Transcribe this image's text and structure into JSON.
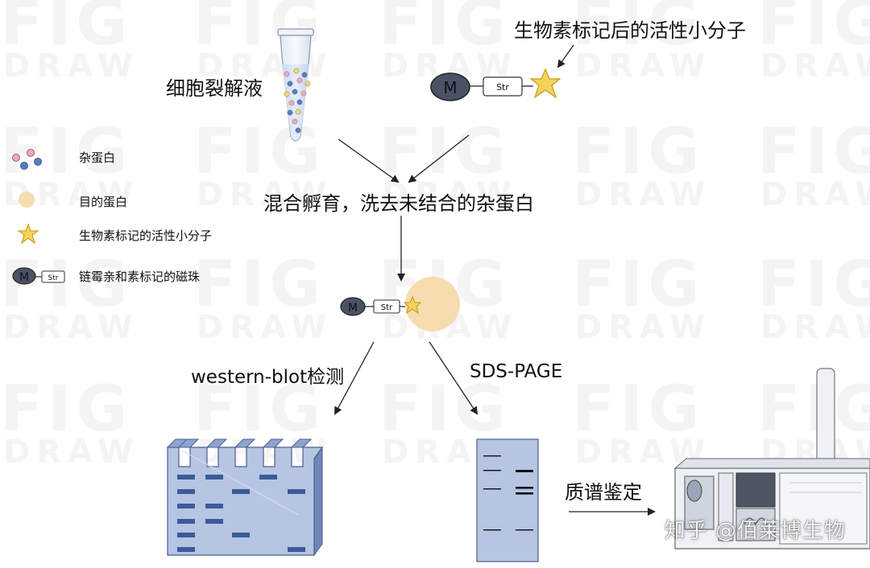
{
  "watermark": {
    "line1": "FIG",
    "line2": "DRAW",
    "credit": "知乎 @佰莱博生物"
  },
  "labels": {
    "lysate": "细胞裂解液",
    "biotin_molecule_top": "生物素标记后的活性小分子",
    "incubate": "混合孵育，洗去未结合的杂蛋白",
    "western": "western-blot检测",
    "sds": "SDS-PAGE",
    "ms": "质谱鉴定"
  },
  "glyphs": {
    "bead_letter": "M",
    "linker": "Str"
  },
  "legend": [
    {
      "icon": "impurity-protein-icon",
      "label": "杂蛋白"
    },
    {
      "icon": "target-protein-icon",
      "label": "目的蛋白"
    },
    {
      "icon": "star-icon",
      "label": "生物素标记的活性小分子"
    },
    {
      "icon": "bead-icon",
      "label": "链霉亲和素标记的磁珠"
    }
  ],
  "colors": {
    "bead": "#4a5366",
    "star": "#f5d35a",
    "target_protein": "#f5ddb0",
    "gel": "#b5c5e2",
    "band": "#3d5a99",
    "dot_pink": "#f0a8b8",
    "dot_blue": "#5b7bbf",
    "dot_yellow": "#f2d76a"
  }
}
